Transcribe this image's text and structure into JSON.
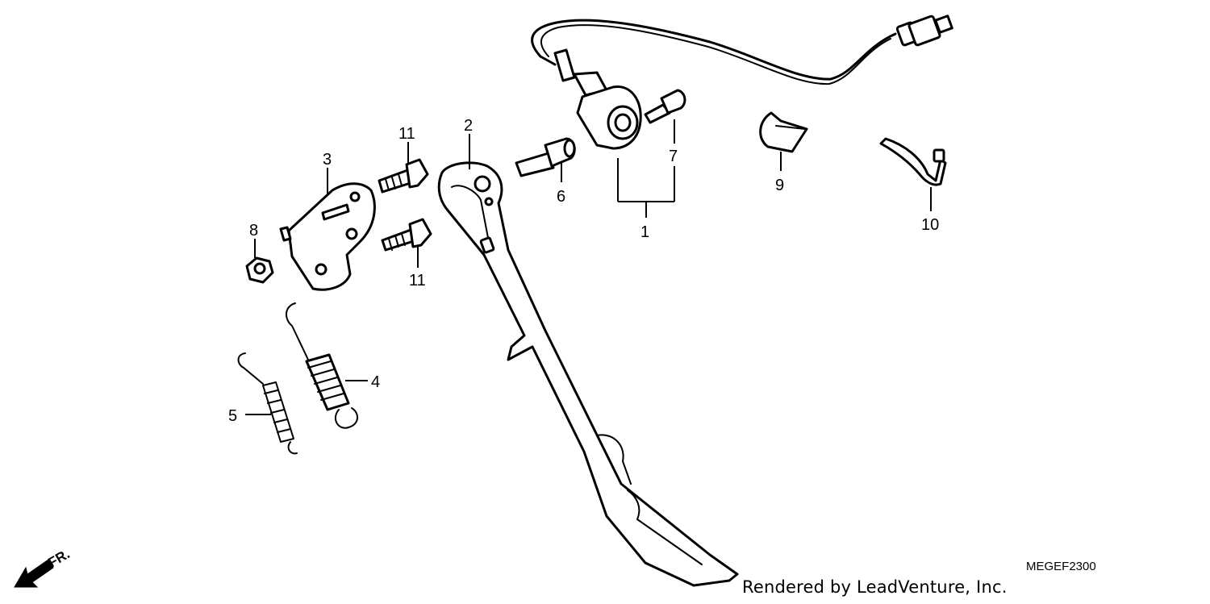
{
  "diagram": {
    "callouts": {
      "c1": "1",
      "c2": "2",
      "c3": "3",
      "c4": "4",
      "c5": "5",
      "c6": "6",
      "c7": "7",
      "c8": "8",
      "c9": "9",
      "c10": "10",
      "c11a": "11",
      "c11b": "11"
    },
    "front_marker": "FR.",
    "diagram_code": "MEGEF2300",
    "credit": "Rendered by LeadVenture, Inc.",
    "parts": [
      "side-stand-switch",
      "side-stand",
      "side-stand-bracket",
      "outer-spring",
      "inner-spring",
      "pivot-bolt",
      "switch-bolt",
      "nut",
      "wire-clip",
      "wire-band",
      "flange-bolt"
    ]
  }
}
